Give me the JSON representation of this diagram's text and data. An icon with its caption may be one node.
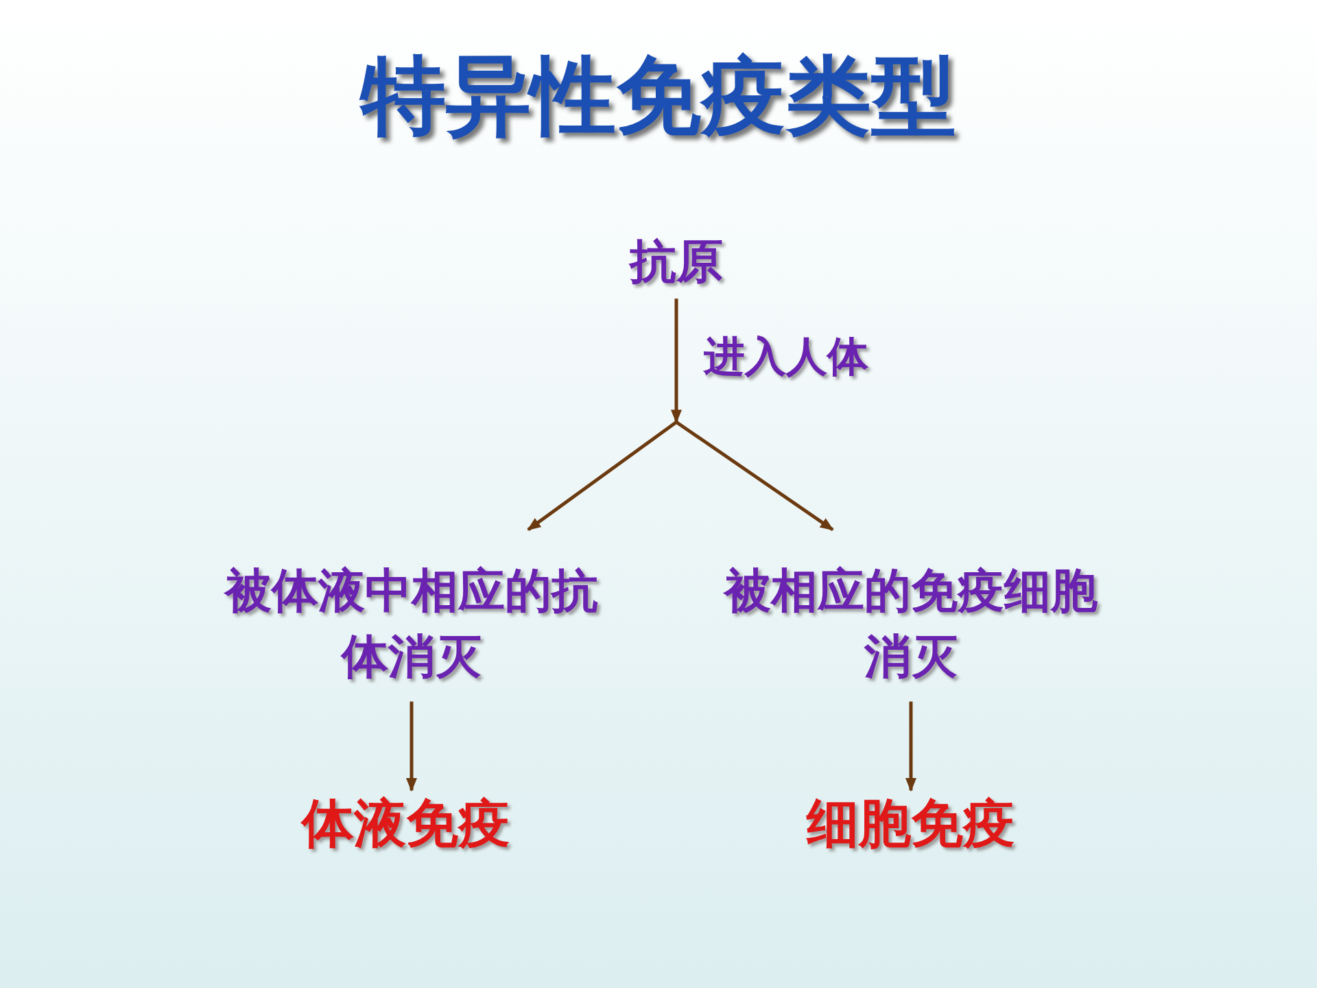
{
  "diagram": {
    "title": "特异性免疫类型",
    "nodes": [
      {
        "text": [
          "抗原"
        ]
      },
      {
        "text": [
          "被体液中相应的抗体消灭"
        ]
      },
      {
        "text": [
          "被相应的免疫细胞消灭"
        ]
      },
      {
        "text": [
          "体液免疫"
        ]
      },
      {
        "text": [
          "细胞免疫"
        ]
      }
    ],
    "edges": [
      {
        "from": 0,
        "to": 1,
        "arrow": "to",
        "label": "进入人体"
      },
      {
        "from": 0,
        "to": 2,
        "arrow": "to"
      },
      {
        "from": 1,
        "to": 3,
        "arrow": "to"
      },
      {
        "from": 2,
        "to": 4,
        "arrow": "to"
      }
    ]
  }
}
